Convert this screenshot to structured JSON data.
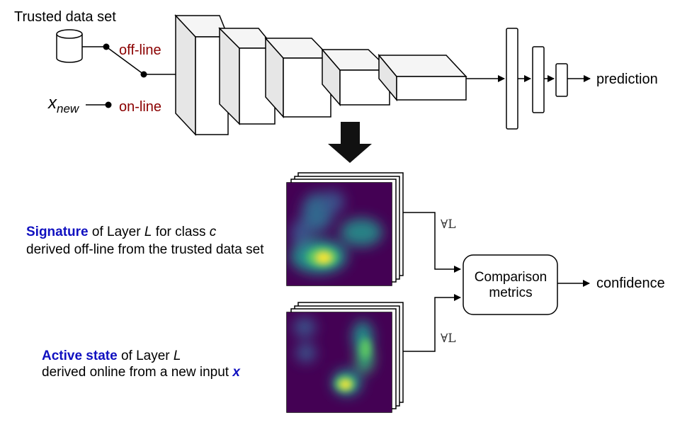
{
  "labels": {
    "trusted_data_set": "Trusted data set",
    "off_line": "off-line",
    "on_line": "on-line",
    "x_var": "x",
    "x_sub": "new",
    "prediction": "prediction",
    "confidence": "confidence",
    "comparison_line1": "Comparison",
    "comparison_line2": "metrics",
    "forall_top": "∀L",
    "forall_bottom": "∀L"
  },
  "signature_caption": {
    "term": "Signature",
    "part1": " of Layer ",
    "layer_var": "L",
    "part2": " for class ",
    "class_var": "c",
    "line2": "derived off-line from the trusted data set"
  },
  "active_caption": {
    "term": "Active state",
    "part1": " of Layer ",
    "layer_var": "L",
    "line2_prefix": "derived online from a new input ",
    "input_var": "x"
  },
  "colors": {
    "heatmap_low": "#440154",
    "heatmap_mid": "#21918c",
    "heatmap_high": "#fde725",
    "accent_blue": "#1010c0",
    "dark_red": "#8b0000"
  }
}
